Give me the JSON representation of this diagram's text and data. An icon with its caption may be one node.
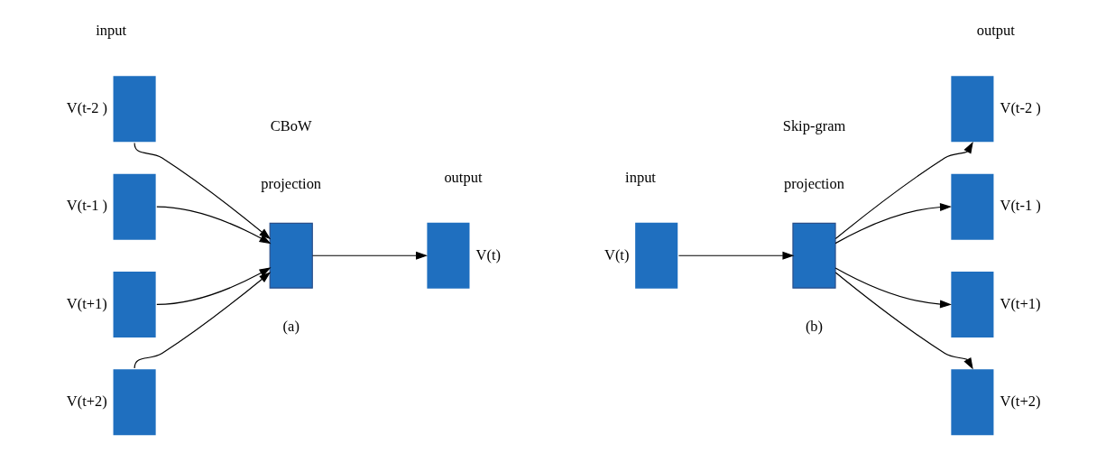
{
  "diagram": {
    "nodes": [
      {
        "text": [],
        "shape": "box",
        "beside": [
          "V(t-2 )"
        ]
      },
      {
        "text": [],
        "shape": "box",
        "beside": [
          "V(t-1 )"
        ]
      },
      {
        "text": [],
        "shape": "box",
        "beside": [
          "V(t+1)"
        ]
      },
      {
        "text": [],
        "shape": "box",
        "beside": [
          "V(t+2)"
        ]
      },
      {
        "text": [],
        "shape": "box"
      },
      {
        "text": [],
        "shape": "box",
        "beside": [
          "V(t)"
        ]
      },
      {
        "text": [],
        "shape": "box",
        "beside": [
          "V(t)"
        ]
      },
      {
        "text": [],
        "shape": "box"
      },
      {
        "text": [],
        "shape": "box",
        "beside": [
          "V(t-2 )"
        ]
      },
      {
        "text": [],
        "shape": "box",
        "beside": [
          "V(t-1 )"
        ]
      },
      {
        "text": [],
        "shape": "box",
        "beside": [
          "V(t+1)"
        ]
      },
      {
        "text": [],
        "shape": "box",
        "beside": [
          "V(t+2)"
        ]
      }
    ],
    "edges": [
      {
        "from": 0,
        "to": 4,
        "arrow": "to"
      },
      {
        "from": 1,
        "to": 4,
        "arrow": "to"
      },
      {
        "from": 2,
        "to": 4,
        "arrow": "to"
      },
      {
        "from": 3,
        "to": 4,
        "arrow": "to"
      },
      {
        "from": 4,
        "to": 5,
        "arrow": "to"
      },
      {
        "from": 6,
        "to": 7,
        "arrow": "to"
      },
      {
        "from": 7,
        "to": 8,
        "arrow": "to"
      },
      {
        "from": 7,
        "to": 9,
        "arrow": "to"
      },
      {
        "from": 7,
        "to": 10,
        "arrow": "to"
      },
      {
        "from": 7,
        "to": 11,
        "arrow": "to"
      }
    ],
    "labels": [
      "CBoW",
      "input",
      "projection",
      "output",
      "(a)",
      "Skip-gram",
      "input",
      "projection",
      "output",
      "(b)"
    ]
  }
}
